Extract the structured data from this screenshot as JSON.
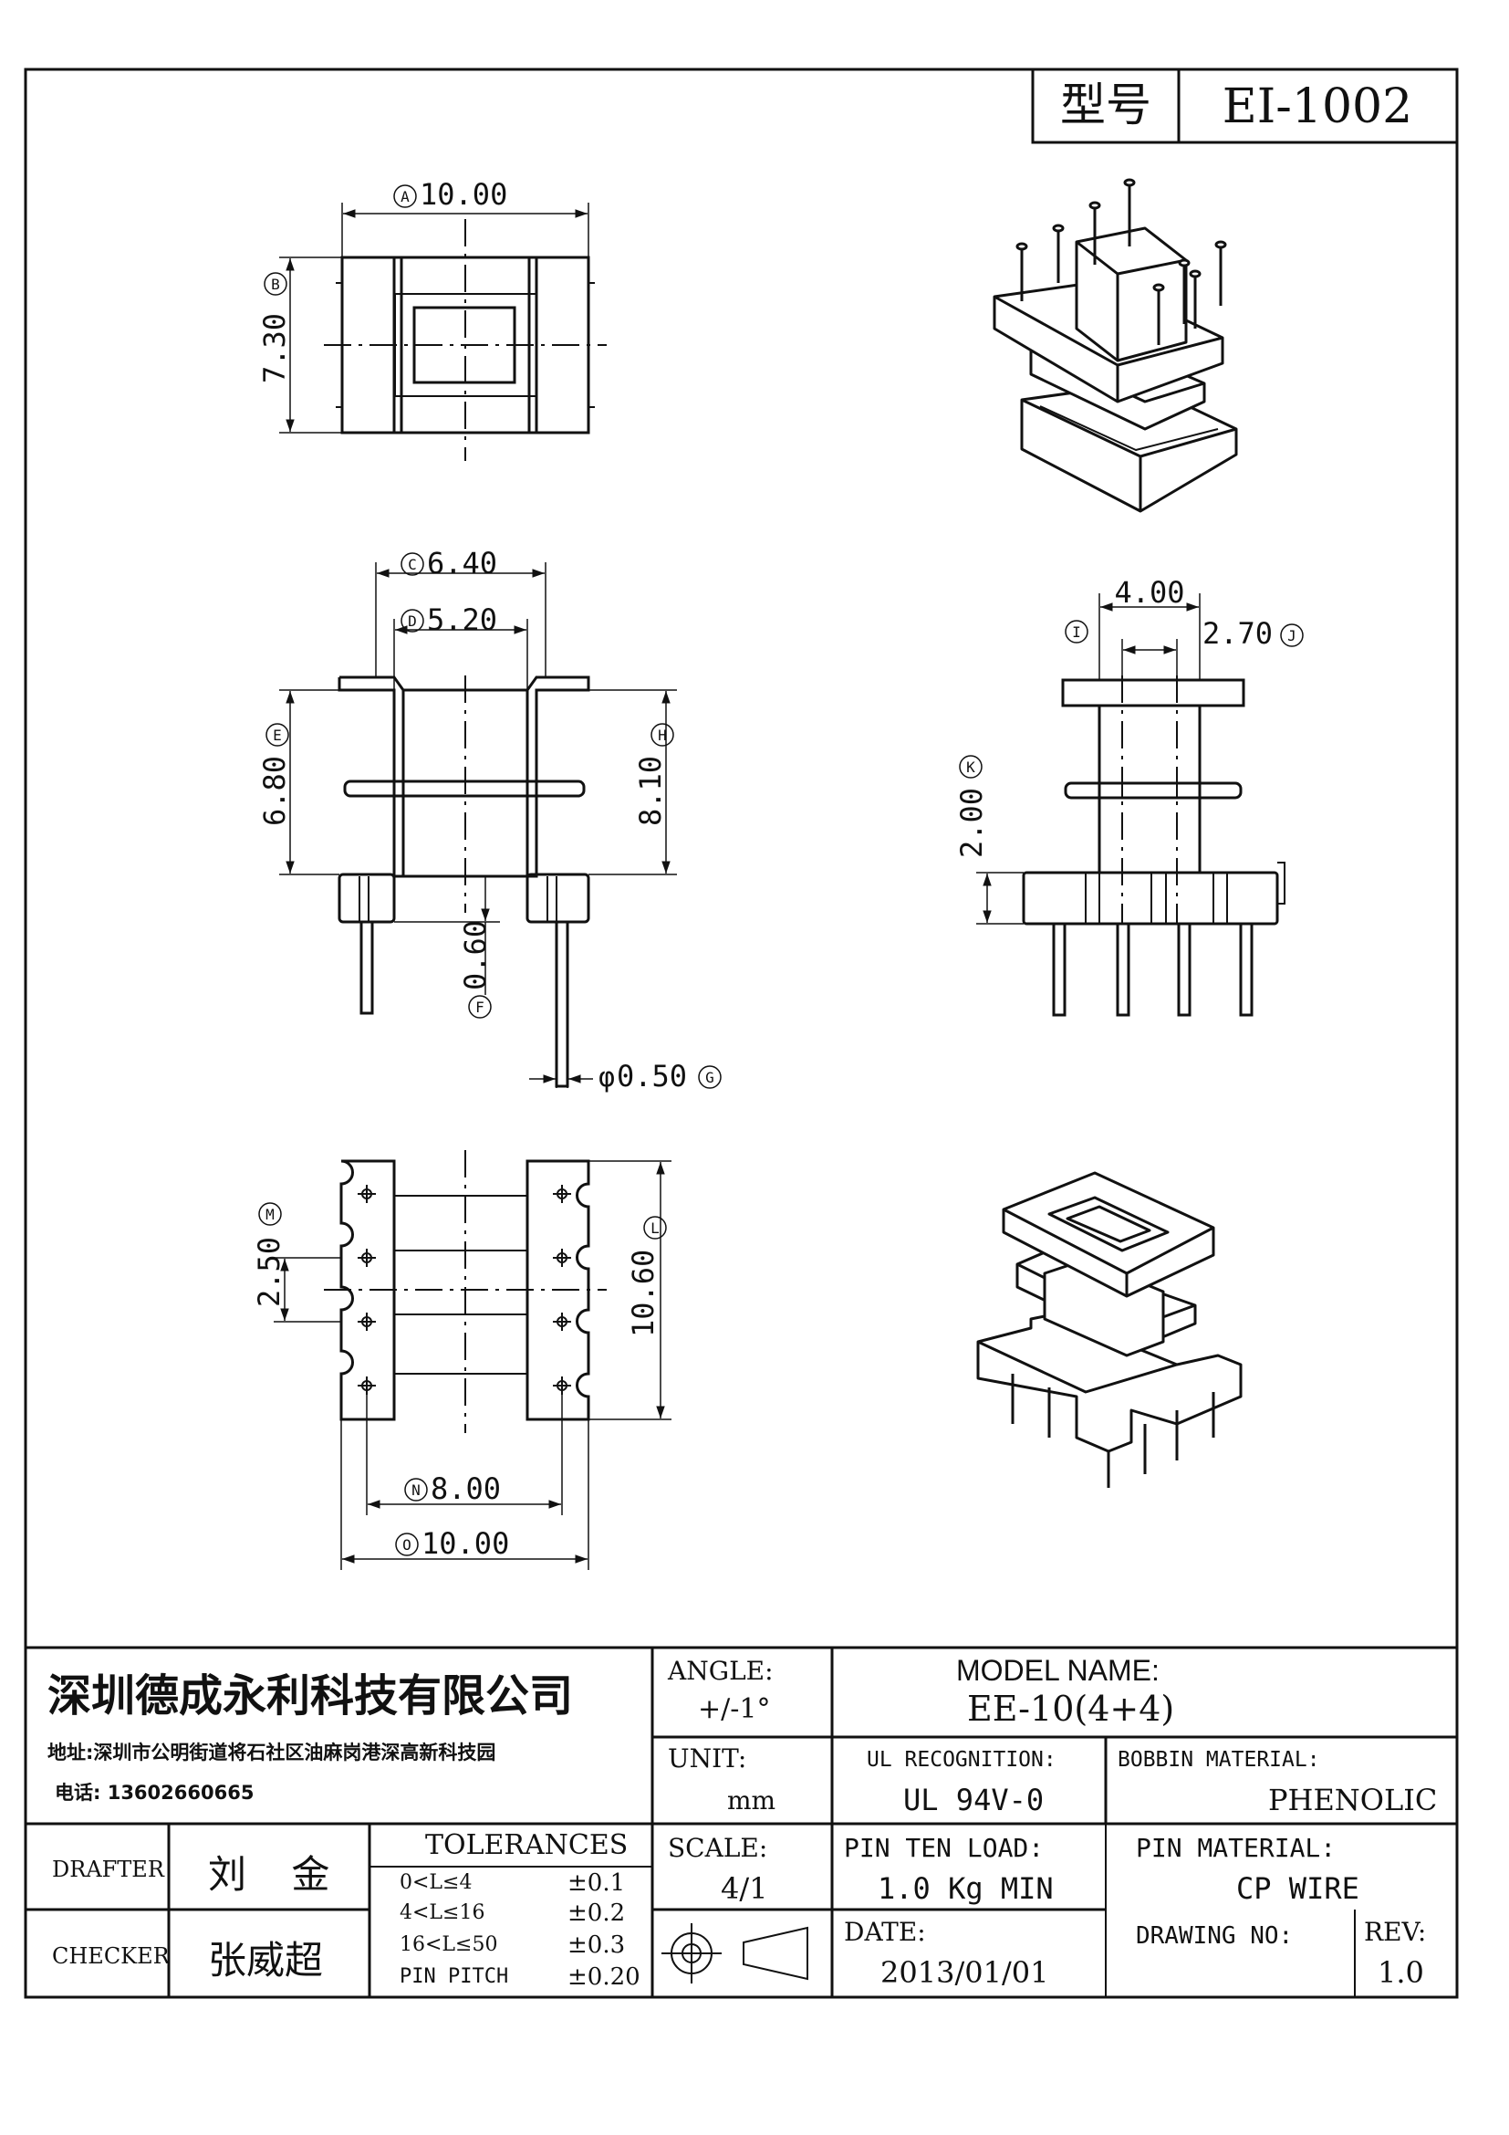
{
  "header": {
    "model_label": "型号",
    "model_value": "EI-1002"
  },
  "dimensions": {
    "A": "10.00",
    "B": "7.30",
    "C": "6.40",
    "D": "5.20",
    "E": "6.80",
    "F": "0.60",
    "G": "0.50",
    "H": "8.10",
    "I": "4.00",
    "J": "2.70",
    "K": "2.00",
    "L": "10.60",
    "M": "2.50",
    "N": "8.00",
    "O": "10.00",
    "diameter_symbol": "φ"
  },
  "dimension_markers": [
    "A",
    "B",
    "C",
    "D",
    "E",
    "F",
    "G",
    "H",
    "I",
    "J",
    "K",
    "L",
    "M",
    "N",
    "O"
  ],
  "title_block": {
    "company": "深圳德成永利科技有限公司",
    "address": "地址:深圳市公明街道将石社区油麻岗港深高新科技园",
    "phone": "电话: 13602660665",
    "angle_label": "ANGLE:",
    "angle_value": "+/-1°",
    "model_name_label": "MODEL NAME:",
    "model_name_value": "EE-10(4+4)",
    "unit_label": "UNIT:",
    "unit_value": "mm",
    "ul_label": "UL RECOGNITION:",
    "ul_value": "UL 94V-0",
    "bobbin_label": "BOBBIN MATERIAL:",
    "bobbin_value": "PHENOLIC",
    "drafter_label": "DRAFTER",
    "drafter_value": "刘 金",
    "checker_label": "CHECKER",
    "checker_value": "张威超",
    "tolerances_label": "TOLERANCES",
    "tolerances": [
      {
        "range": "0<L≤4",
        "value": "±0.1"
      },
      {
        "range": "4<L≤16",
        "value": "±0.2"
      },
      {
        "range": "16<L≤50",
        "value": "±0.3"
      },
      {
        "range": "PIN PITCH",
        "value": "±0.20"
      }
    ],
    "scale_label": "SCALE:",
    "scale_value": "4/1",
    "pin_load_label": "PIN TEN LOAD:",
    "pin_load_value": "1.0 Kg MIN",
    "pin_material_label": "PIN MATERIAL:",
    "pin_material_value": "CP WIRE",
    "date_label": "DATE:",
    "date_value": "2013/01/01",
    "drawing_no_label": "DRAWING NO:",
    "drawing_no_value": "",
    "rev_label": "REV:",
    "rev_value": "1.0"
  }
}
